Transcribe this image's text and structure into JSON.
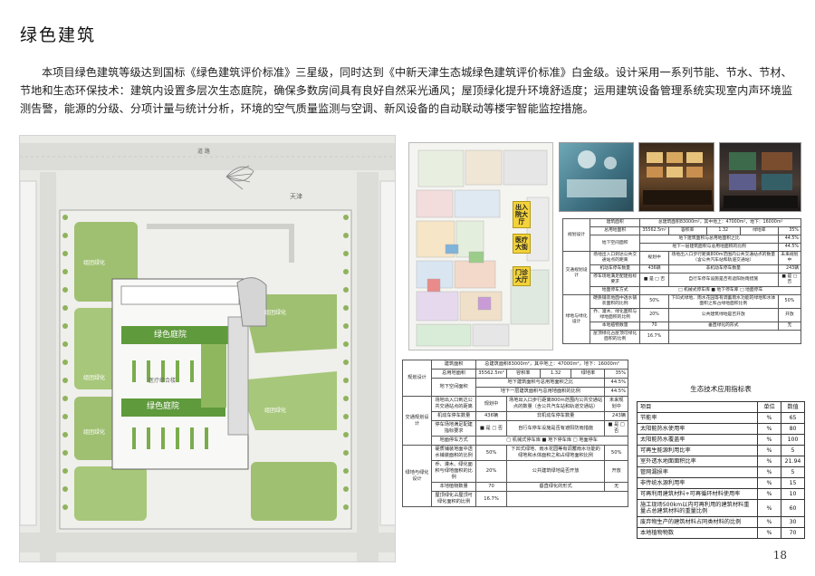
{
  "title": "绿色建筑",
  "intro": "本项目绿色建筑等级达到国标《绿色建筑评价标准》三星级，同时达到《中新天津生态城绿色建筑评价标准》白金级。设计采用一系列节能、节水、节材、节地和生态环保技术：建筑内设置多层次生态庭院，确保多数房间具有良好自然采光通风；屋顶绿化提升环境舒适度；运用建筑设备管理系统实现室内声环境监测告警，能源的分级、分项计量与统计分析，环境的空气质量监测与空调、新风设备的自动联动等楼宇智能监控措施。",
  "site_plan": {
    "road_top": "道  路",
    "tianjin": "天津",
    "courtyard1": "绿色庭院",
    "courtyard2": "绿色庭院",
    "hall": "医疗综合楼",
    "greens": [
      "组团绿化",
      "组团绿化",
      "组团绿化",
      "组团绿化",
      "组团绿化"
    ]
  },
  "floor_plan": {
    "tag_entrance": "出入院大厅",
    "tag_medical": "医疗大街",
    "tag_outpatient": "门诊大厅"
  },
  "photos": [
    "operating-room",
    "control-room",
    "monitoring-screens"
  ],
  "plan_table": {
    "rows": [
      [
        "规划设计",
        "建筑面积",
        "总建筑面积83000m²，其中地上：47000m²，地下：16000m²"
      ],
      [
        "",
        "总用地面积",
        "35562.5m²",
        "容积率",
        "1.32",
        "绿地率",
        "35%"
      ],
      [
        "",
        "地下空间面积",
        "地下建筑面积与总用地面积之比",
        "44.5%"
      ],
      [
        "",
        "",
        "地下一层建筑面积与总用地面积的比例",
        "44.5%"
      ],
      [
        "交通规划设计",
        "场地出入口到达公共交通站点的距离",
        "规划中",
        "场地出入口步行距离800m范围内公共交通站点的数量（含公共汽车站和轨道交通站）",
        "未来规划中"
      ],
      [
        "",
        "机动车停车数量",
        "436辆",
        "非机动车停车数量",
        "243辆"
      ],
      [
        "",
        "停车场地满足配建指标要求",
        "■ 是  □ 否",
        "自行车停车设施是否有遮阳防雨措施",
        "■ 是  □ 否"
      ],
      [
        "",
        "地面停车方式",
        "□ 机械式停车库  ■ 地下停车库  □ 地面停车"
      ],
      [
        "绿地与绿化设计",
        "硬质铺装地面中透水铺装面积的比例",
        "50%",
        "下凹式绿地、雨水花园等有调蓄雨水功能的绿地和水体面积之和占绿地面积比例",
        "50%"
      ],
      [
        "",
        "乔、灌木、绿化面积与绿地面积的比例",
        "20%",
        "公共建筑绿地是否开放",
        "开放"
      ],
      [
        "",
        "本地植物数量",
        "70",
        "垂直绿化的形式",
        "无"
      ],
      [
        "",
        "屋顶绿化占屋顶可绿化面积的比例",
        "16.7%"
      ]
    ]
  },
  "eco_table": {
    "title": "生态技术应用指标表",
    "headers": [
      "项目",
      "单位",
      "数值"
    ],
    "rows": [
      [
        "节能率",
        "%",
        "65"
      ],
      [
        "太阳能热水使用率",
        "%",
        "80"
      ],
      [
        "太阳能热水覆盖率",
        "%",
        "100"
      ],
      [
        "可再生能源利用比率",
        "%",
        "5"
      ],
      [
        "室外透水地面面积比率",
        "%",
        "21.94"
      ],
      [
        "管网漏损率",
        "%",
        "5"
      ],
      [
        "非传统水源利用率",
        "%",
        "15"
      ],
      [
        "可再利用建筑材料+可再循环材料使用率",
        "%",
        "10"
      ],
      [
        "施工现场500km以内可再利用的建筑材料重量占总建筑材料的重量比例",
        "%",
        "60"
      ],
      [
        "废弃物生产的建筑材料占同类材料的比例",
        "%",
        "30"
      ],
      [
        "本地植物物数",
        "%",
        "70"
      ]
    ]
  },
  "page_number": "18",
  "colors": {
    "green": "#6aa042",
    "lightgreen": "#a8c97a",
    "yellow": "#f3d23a"
  }
}
